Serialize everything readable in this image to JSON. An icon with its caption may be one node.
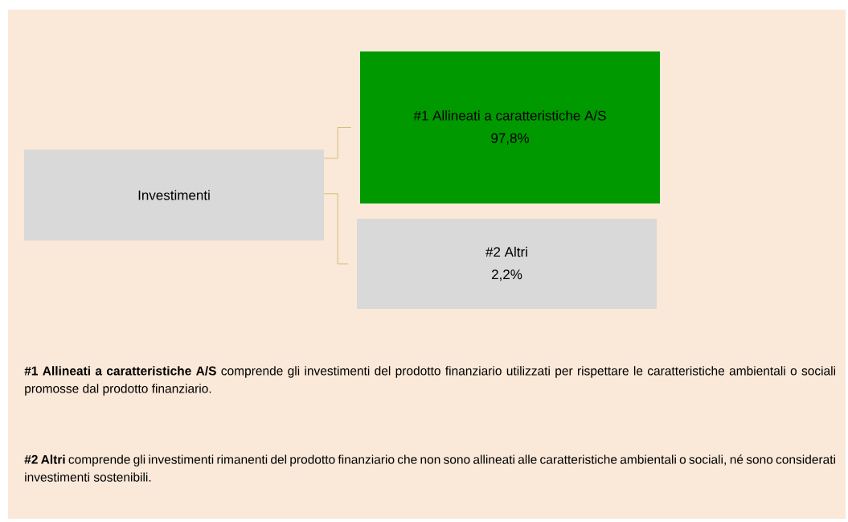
{
  "diagram": {
    "nodes": [
      {
        "text": [
          "Investimenti"
        ]
      },
      {
        "text": [
          "#1 Allineati a caratteristiche A/S",
          "97,8%"
        ]
      },
      {
        "text": [
          "#2 Altri",
          "2,2%"
        ]
      }
    ],
    "edges": [
      {
        "from": 0,
        "to": 1,
        "arrow": "none"
      },
      {
        "from": 0,
        "to": 2,
        "arrow": "none"
      }
    ],
    "labels": [
      "**#1 Allineati a caratteristiche A/S** comprende gli investimenti del prodotto finanziario utilizzati per rispettare le caratteristiche ambientali o sociali promosse dal prodotto finanziario.",
      "**#2 Altri** comprende gli investimenti rimanenti del prodotto finanziario che non sono allineati alle caratteristiche ambientali o sociali, né sono considerati investimenti sostenibili."
    ]
  }
}
